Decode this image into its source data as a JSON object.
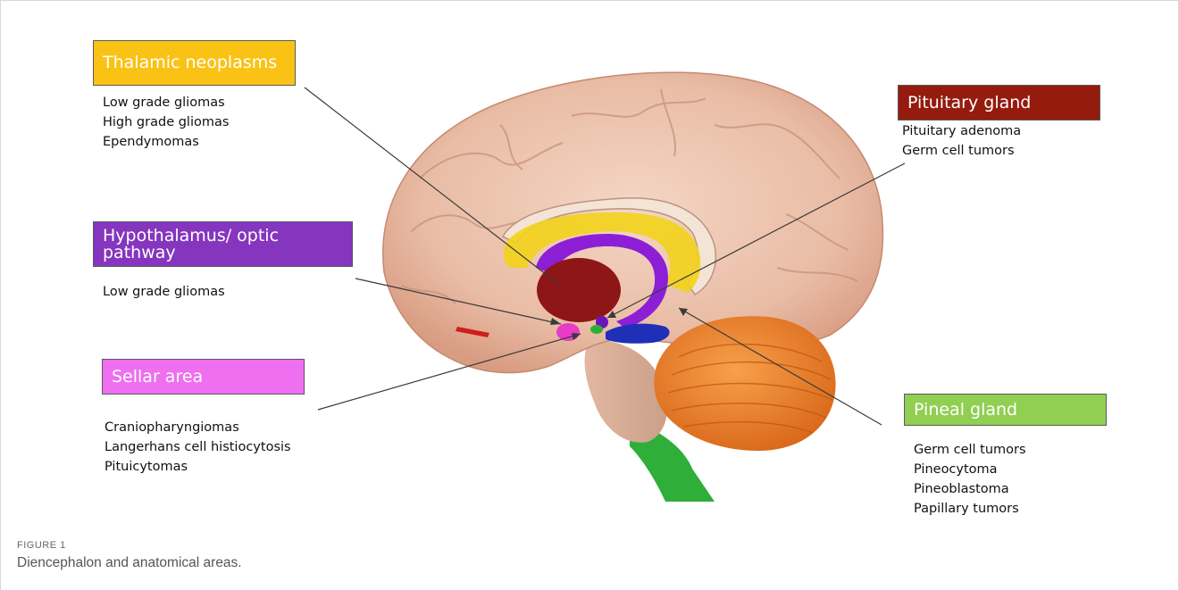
{
  "figure": {
    "label": "FIGURE 1",
    "caption": "Diencephalon and anatomical areas."
  },
  "regions": {
    "thalamic": {
      "title": "Thalamic neoplasms",
      "color": "#fbc216",
      "tumors": [
        "Low grade gliomas",
        "High grade gliomas",
        "Ependymomas"
      ]
    },
    "hypothalamus": {
      "title": "Hypothalamus/ optic pathway",
      "color": "#8535be",
      "tumors": [
        "Low grade gliomas"
      ]
    },
    "sellar": {
      "title": "Sellar area",
      "color": "#ee6ff0",
      "tumors": [
        "Craniopharyngiomas",
        "Langerhans cell histiocytosis",
        "Pituicytomas"
      ]
    },
    "pituitary": {
      "title": "Pituitary gland",
      "color": "#941b0e",
      "tumors": [
        "Pituitary adenoma",
        "Germ cell tumors"
      ]
    },
    "pineal": {
      "title": "Pineal gland",
      "color": "#90cf52",
      "tumors": [
        "Germ cell tumors",
        "Pineocytoma",
        "Pineoblastoma",
        "Papillary tumors"
      ]
    }
  }
}
